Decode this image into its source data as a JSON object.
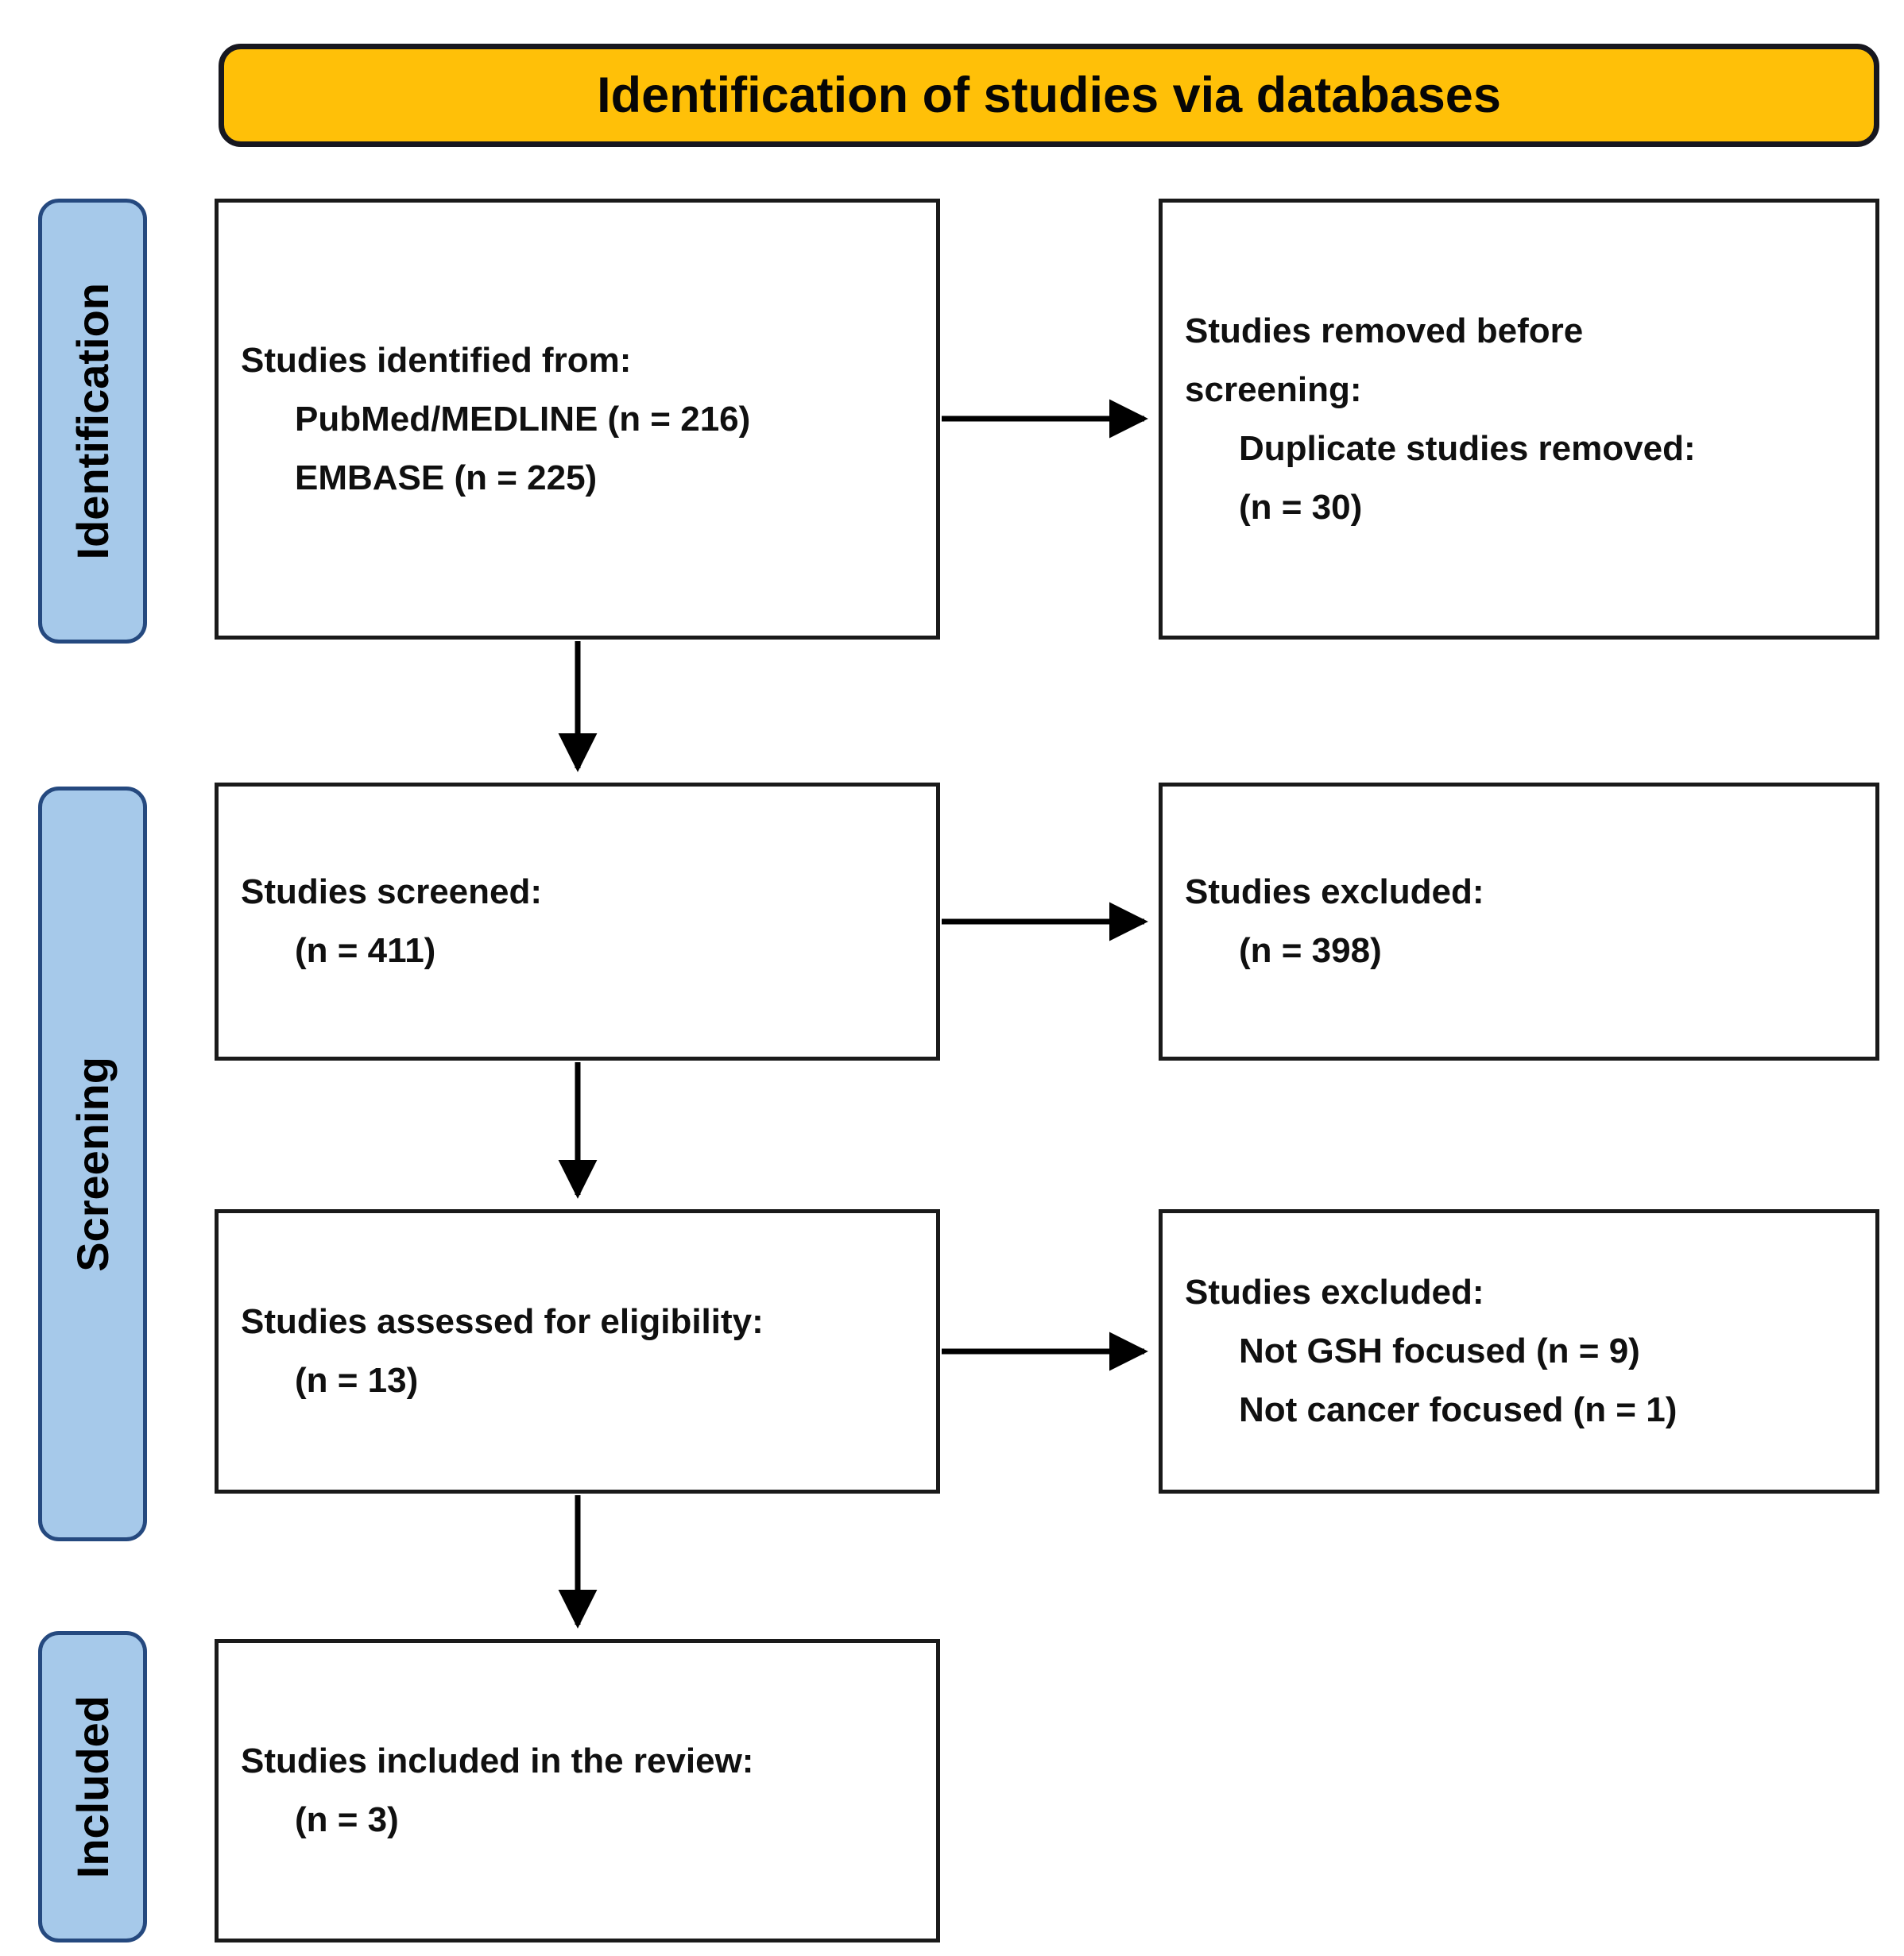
{
  "header": {
    "title": "Identification of studies via databases"
  },
  "stages": [
    {
      "label": "Identification"
    },
    {
      "label": "Screening"
    },
    {
      "label": "Included"
    }
  ],
  "flow": {
    "identified": {
      "lines": [
        "Studies identified from:",
        "PubMed/MEDLINE (n = 216)",
        "EMBASE (n = 225)"
      ]
    },
    "removed_before_screening": {
      "lines": [
        "Studies removed before",
        "screening:",
        "Duplicate studies removed:",
        "(n = 30)"
      ]
    },
    "screened": {
      "lines": [
        "Studies screened:",
        "(n = 411)"
      ]
    },
    "excluded_screening": {
      "lines": [
        "Studies excluded:",
        "(n = 398)"
      ]
    },
    "assessed": {
      "lines": [
        "Studies assessed for eligibility:",
        "(n = 13)"
      ]
    },
    "excluded_eligibility": {
      "lines": [
        "Studies excluded:",
        "Not GSH focused (n = 9)",
        "Not cancer focused (n = 1)"
      ]
    },
    "included": {
      "lines": [
        "Studies included in the review:",
        "(n = 3)"
      ]
    }
  },
  "colors": {
    "header_fill": "#FFC008",
    "header_border": "#17171F",
    "stage_fill": "#A6C9EA",
    "stage_border": "#25497F",
    "box_border": "#1A1A1A",
    "arrow": "#000000"
  }
}
